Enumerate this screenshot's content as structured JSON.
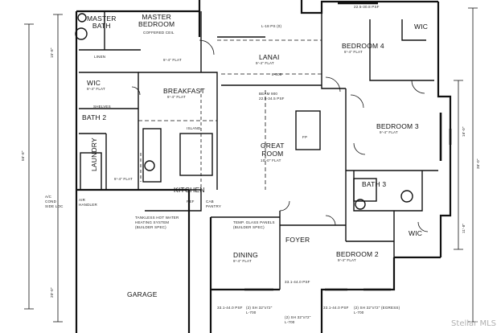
{
  "rooms": {
    "master_bath": "MASTER\nBATH",
    "master_bedroom": "MASTER\nBEDROOM",
    "master_bedroom_ceiling": "COFFERED CEIL",
    "lanai": "LANAI",
    "bedroom4": "BEDROOM 4",
    "wic_top_right": "WIC",
    "wic_left": "WIC",
    "bath2": "BATH 2",
    "breakfast": "BREAKFAST",
    "linen": "LINEN",
    "laundry": "LAUNDRY",
    "great_room": "GREAT\nROOM",
    "fp": "FP",
    "bedroom3": "BEDROOM 3",
    "bath3": "BATH 3",
    "kitchen": "KITCHEN",
    "wic_bed2": "WIC",
    "dining": "DINING",
    "foyer": "FOYER",
    "bedroom2": "BEDROOM 2",
    "garage": "GARAGE"
  },
  "notes": {
    "flat_ceiling": "9'-4\" FLAT",
    "great_room_ceiling": "10'-0\" FLAT",
    "tankless": "TANKLESS HOT WATER\nHEATING SYSTEM\n(BUILDER SPEC)",
    "glass_panels": "TEMP. GLASS PANELS\n(BUILDER SPEC)",
    "pantry": "CAB\nPANTRY",
    "ref": "REF",
    "handler": "AIR\nHANDLER",
    "condenser": "A/C\nCOND\nSIDE LOC",
    "island": "ISLAND",
    "shelves": "SHELVES",
    "header_left": "L-18 PS (0)",
    "header_mid": "L-808",
    "beam": "BEAM 900\n22.5-34.5 PSF",
    "window_bed4": "22.5-30.8 PSF",
    "window_front1": "33.1-44.0 PSF",
    "window_front2": "33.1-44.0 PSF",
    "window_front3": "33.1-44.0 PSF",
    "window_tag1": "(2) SH 32\"x72\"\nL-700",
    "window_tag2": "(2) SH 32\"x72\" (EGRESS)\nL-700",
    "window_tag3": "(2) SH 32\"x72\"\nL-700",
    "dim_left": "56'-8\"",
    "dim_right": "36'-0\"",
    "dim_right2": "16'-0\"",
    "dim_right3": "11'-8\"",
    "dim_left2": "15'-8\"",
    "dim_left3": "20'-0\""
  },
  "watermark": "Stellar MLS",
  "colors": {
    "line": "#111111",
    "watermark": "#b0b0b0"
  }
}
